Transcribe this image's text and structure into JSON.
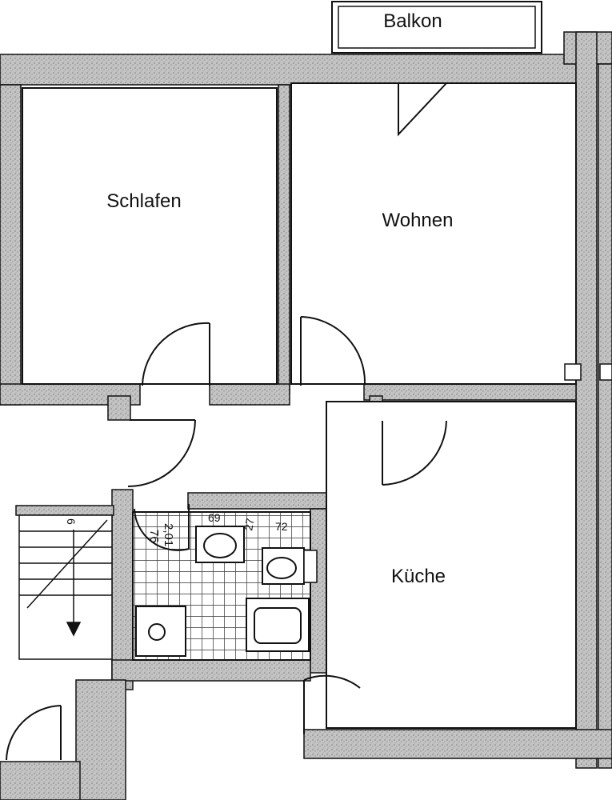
{
  "rooms": {
    "balcony": "Balkon",
    "bedroom": "Schlafen",
    "living": "Wohnen",
    "kitchen": "Küche"
  },
  "dimensions": {
    "d1": "76",
    "d2": "2,01",
    "d3": "69",
    "d4": "27",
    "d5": "72"
  },
  "stair_mark": "6",
  "colors": {
    "wall_fill": "#bdbdbd",
    "line": "#111111",
    "tile_grid": "#333333",
    "background": "#ffffff"
  }
}
